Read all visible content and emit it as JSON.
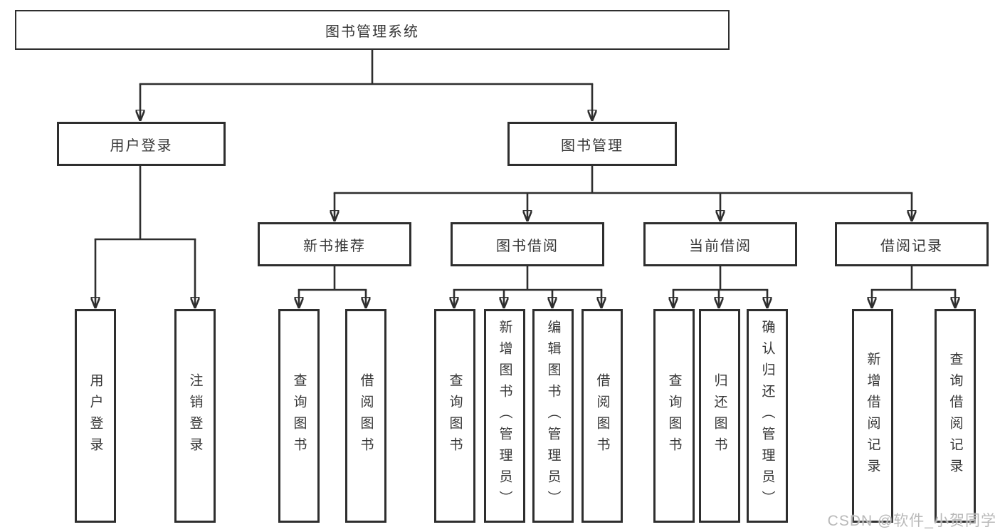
{
  "nodes": {
    "root": {
      "label": "图书管理系统"
    },
    "user_login": {
      "label": "用户登录"
    },
    "book_mgmt": {
      "label": "图书管理"
    },
    "new_book_rec": {
      "label": "新书推荐"
    },
    "book_borrow": {
      "label": "图书借阅"
    },
    "current_borrow": {
      "label": "当前借阅"
    },
    "borrow_record": {
      "label": "借阅记录"
    },
    "leaf_user_login": {
      "label": "用户登录"
    },
    "leaf_logout_login": {
      "label": "注销登录"
    },
    "leaf_rec_query_book": {
      "label": "查询图书"
    },
    "leaf_rec_borrow_book": {
      "label": "借阅图书"
    },
    "leaf_bor_query_book": {
      "label": "查询图书"
    },
    "leaf_bor_add_book": {
      "label": "新增图书（管理员）"
    },
    "leaf_bor_edit_book": {
      "label": "编辑图书（管理员）"
    },
    "leaf_bor_borrow_book": {
      "label": "借阅图书"
    },
    "leaf_cur_query_book": {
      "label": "查询图书"
    },
    "leaf_cur_return_book": {
      "label": "归还图书"
    },
    "leaf_cur_confirm_return": {
      "label": "确认归还（管理员）"
    },
    "leaf_log_add_record": {
      "label": "新增借阅记录"
    },
    "leaf_log_query_record": {
      "label": "查询借阅记录"
    }
  },
  "watermark": {
    "text": "CSDN @软件_小贺同学"
  },
  "colors": {
    "line": "#2e2e2e",
    "text": "#363636",
    "watermark": "#b9b9b9",
    "background": "#ffffff"
  }
}
